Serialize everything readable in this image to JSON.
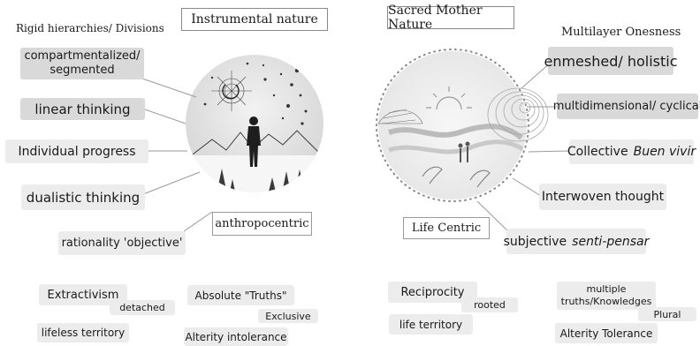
{
  "left": {
    "header": "Instrumental nature",
    "category": "Rigid hierarchies/ Divisions",
    "labels": {
      "compartmentalized": "compartmentalized/\nsegmented",
      "linear": "linear thinking",
      "individual": "Individual progress",
      "dualistic": "dualistic thinking",
      "rationality": "rationality 'objective'",
      "anthropocentric": "anthropocentric"
    },
    "bottom": {
      "extractivism": "Extractivism",
      "detached": "detached",
      "absolute": "Absolute \"Truths\"",
      "exclusive": "Exclusive",
      "lifeless": "lifeless territory",
      "alterity": "Alterity intolerance"
    }
  },
  "right": {
    "header": "Sacred Mother Nature",
    "category": "Multilayer Onesness",
    "labels": {
      "enmeshed": "enmeshed/ holistic",
      "multidimensional": "multidimensional/ cyclical",
      "collective": "Collective",
      "collective_it": "Buen vivir",
      "interwoven": "Interwoven thought",
      "subjective": "subjective",
      "subjective_it": "senti-pensar",
      "lifecentric": "Life Centric"
    },
    "bottom": {
      "reciprocity": "Reciprocity",
      "rooted": "rooted",
      "multiple": "multiple\ntruths/Knowledges",
      "plural": "Plural",
      "life_territory": "life territory",
      "alterity_tolerance": "Alterity Tolerance"
    }
  },
  "icons": [
    "person-silhouette",
    "sun-moon-stars",
    "mountains",
    "forest",
    "hands",
    "spiral-rings"
  ]
}
